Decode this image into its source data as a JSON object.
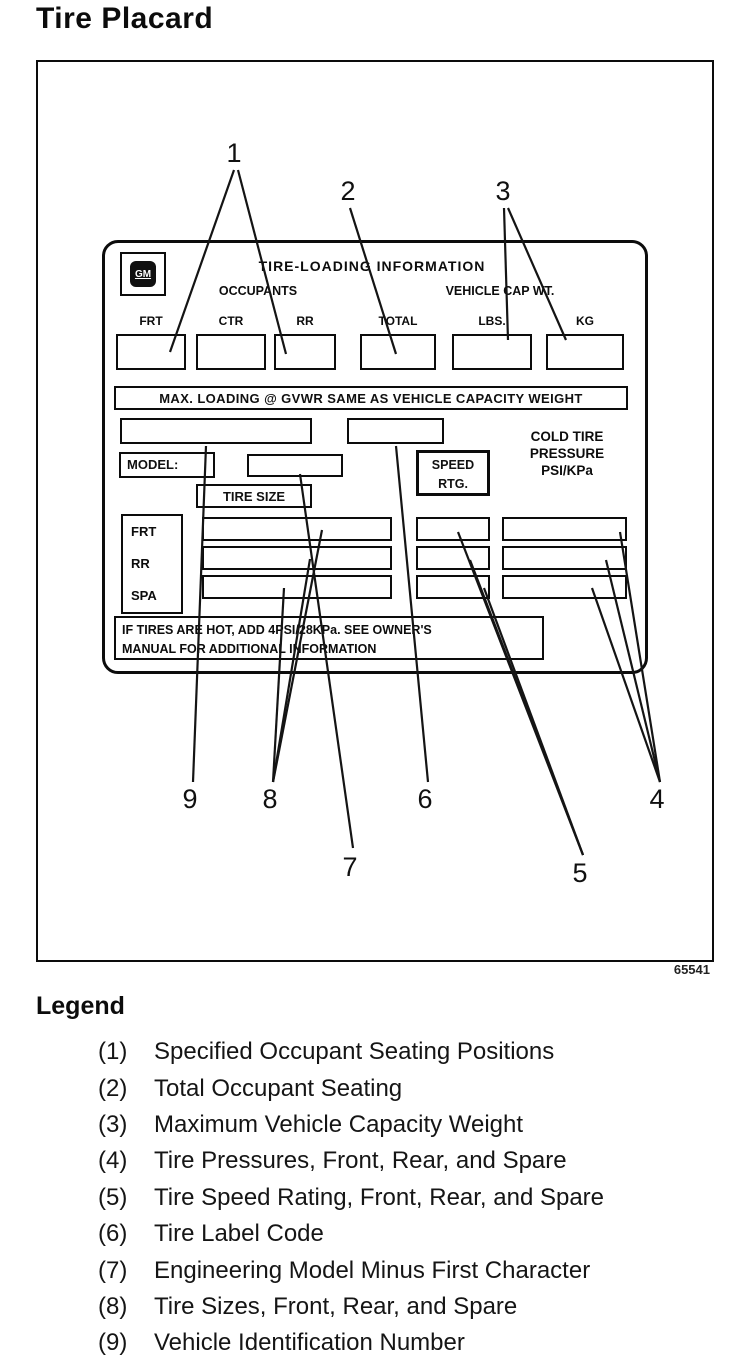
{
  "page": {
    "title": "Tire Placard",
    "figure_code": "65541"
  },
  "placard": {
    "logo_text": "GM",
    "header": "TIRE-LOADING INFORMATION",
    "occupants_label": "OCCUPANTS",
    "vehicle_cap_label": "VEHICLE CAP WT.",
    "columns": [
      "FRT",
      "CTR",
      "RR",
      "TOTAL",
      "LBS.",
      "KG"
    ],
    "max_loading_text": "MAX. LOADING @ GVWR SAME AS VEHICLE CAPACITY WEIGHT",
    "model_label": "MODEL:",
    "speed_rating_lines": [
      "SPEED",
      "RTG."
    ],
    "cold_tire_lines": [
      "COLD TIRE",
      "PRESSURE",
      "PSI/KPa"
    ],
    "tire_size_label": "TIRE SIZE",
    "row_labels": [
      "FRT",
      "RR",
      "SPA"
    ],
    "hot_note_lines": [
      "IF TIRES ARE HOT, ADD 4PSI/28KPa. SEE OWNER'S",
      "MANUAL FOR ADDITIONAL INFORMATION"
    ]
  },
  "callouts": [
    "1",
    "2",
    "3",
    "4",
    "5",
    "6",
    "7",
    "8",
    "9"
  ],
  "legend": {
    "heading": "Legend",
    "items": [
      {
        "num": "(1)",
        "label": "Specified Occupant Seating Positions"
      },
      {
        "num": "(2)",
        "label": "Total Occupant Seating"
      },
      {
        "num": "(3)",
        "label": "Maximum Vehicle Capacity Weight"
      },
      {
        "num": "(4)",
        "label": "Tire Pressures, Front, Rear, and Spare"
      },
      {
        "num": "(5)",
        "label": "Tire Speed Rating, Front, Rear, and Spare"
      },
      {
        "num": "(6)",
        "label": "Tire Label Code"
      },
      {
        "num": "(7)",
        "label": "Engineering Model Minus First Character"
      },
      {
        "num": "(8)",
        "label": "Tire Sizes, Front, Rear, and Spare"
      },
      {
        "num": "(9)",
        "label": "Vehicle Identification Number"
      }
    ]
  }
}
